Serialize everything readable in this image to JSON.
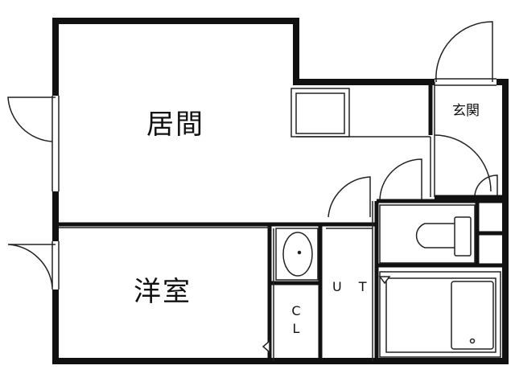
{
  "rooms": {
    "living": "居間",
    "western_room": "洋室",
    "entrance": "玄関",
    "unit_bath": "U T",
    "closet": "C L"
  },
  "colors": {
    "wall": "#111111",
    "line": "#222222",
    "background": "#ffffff"
  }
}
